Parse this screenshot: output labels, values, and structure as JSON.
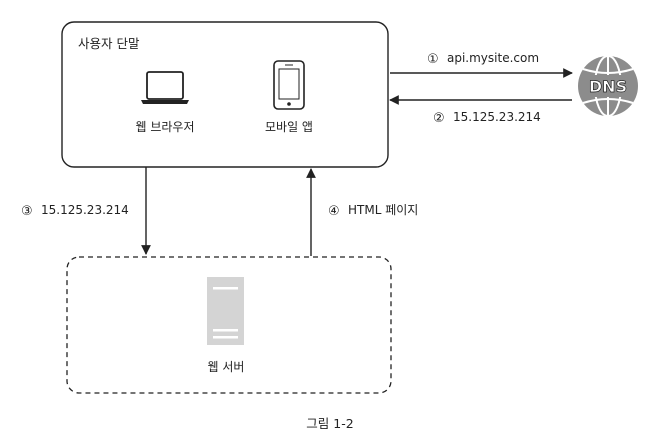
{
  "client": {
    "title": "사용자 단말",
    "web_browser_label": "웹 브라우저",
    "mobile_app_label": "모바일 앱"
  },
  "dns": {
    "icon_text": "DNS",
    "request_step": "①",
    "request_label": "api.mysite.com",
    "response_step": "②",
    "response_label": "15.125.23.214"
  },
  "server_flow": {
    "request_step": "③",
    "request_label": "15.125.23.214",
    "response_step": "④",
    "response_label": "HTML 페이지"
  },
  "web_server": {
    "label": "웹 서버"
  },
  "caption": "그림 1-2",
  "colors": {
    "stroke": "#222222",
    "server_fill": "#d4d4d4",
    "server_inner": "#ffffff",
    "dns_fill": "#8c8c8c",
    "text": "#222222"
  }
}
